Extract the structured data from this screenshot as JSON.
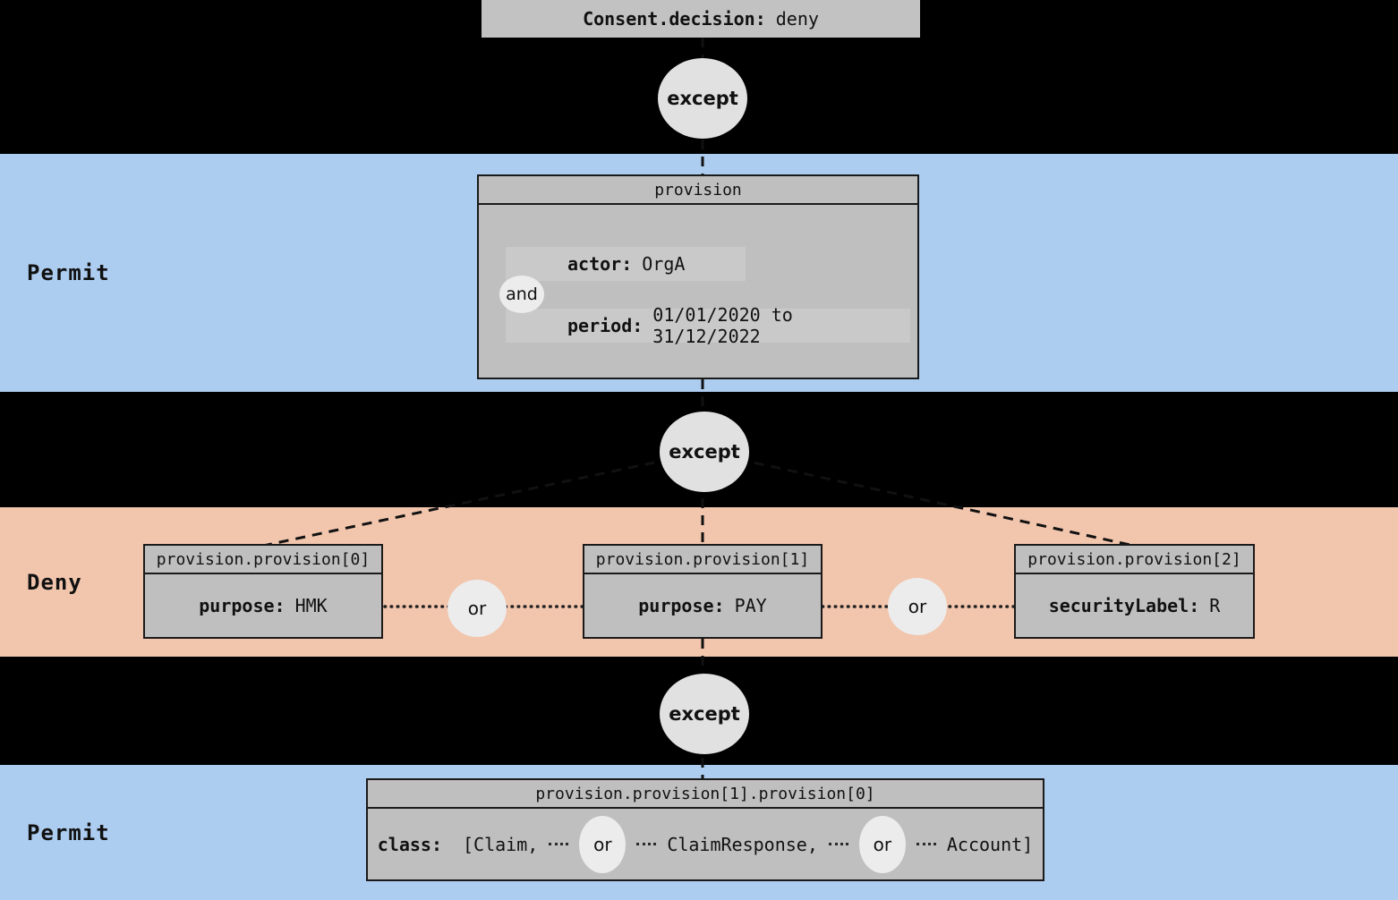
{
  "colors": {
    "background": "#000000",
    "permit_band": "#adcdf0",
    "deny_band": "#f2c5ad",
    "node_fill": "#bfbfbf",
    "node_row_highlight": "#c9c9c9",
    "node_border": "#1a1a1a",
    "title_fill": "#c2c2c2",
    "except_fill": "#e1e1e1",
    "operator_fill": "#ececec",
    "line_color": "#111111",
    "text_color": "#111111"
  },
  "root": {
    "key": "Consent.decision:",
    "value": "deny"
  },
  "connectors": {
    "except": "except",
    "and": "and",
    "or": "or"
  },
  "bands": [
    {
      "label": "Permit"
    },
    {
      "label": "Deny"
    },
    {
      "label": "Permit"
    }
  ],
  "provision_node": {
    "header": "provision",
    "rows": [
      {
        "key": "actor:",
        "value": "OrgA"
      },
      {
        "key": "period:",
        "value": "01/01/2020 to 31/12/2022"
      }
    ]
  },
  "deny_nodes": [
    {
      "header": "provision.provision[0]",
      "key": "purpose:",
      "value": "HMK"
    },
    {
      "header": "provision.provision[1]",
      "key": "purpose:",
      "value": "PAY"
    },
    {
      "header": "provision.provision[2]",
      "key": "securityLabel:",
      "value": "R"
    }
  ],
  "class_node": {
    "header": "provision.provision[1].provision[0]",
    "key": "class:",
    "items": [
      "[Claim,",
      "ClaimResponse,",
      "Account]"
    ]
  }
}
